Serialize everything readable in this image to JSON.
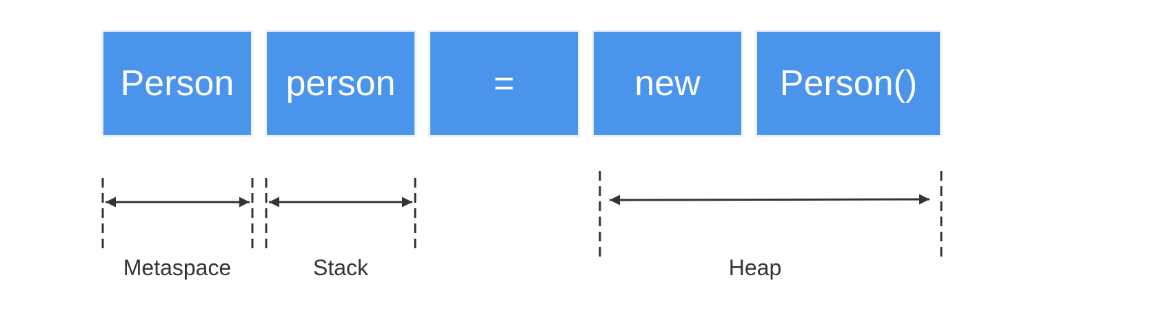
{
  "statement": {
    "tokens": [
      {
        "text": "Person"
      },
      {
        "text": "person"
      },
      {
        "text": "="
      },
      {
        "text": "new"
      },
      {
        "text": "Person()"
      }
    ]
  },
  "regions": [
    {
      "label": "Metaspace"
    },
    {
      "label": "Stack"
    },
    {
      "label": "Heap"
    }
  ],
  "colors": {
    "token_fill": "#4a94ec",
    "token_text": "#ffffff",
    "arrow": "#333333",
    "label_text": "#333333"
  }
}
